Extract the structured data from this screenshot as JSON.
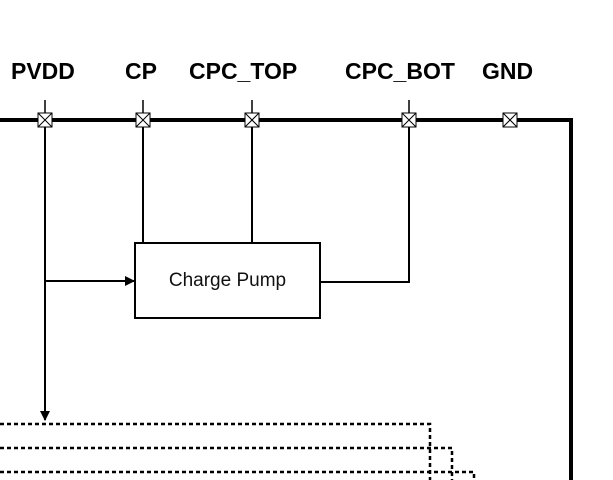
{
  "pins": {
    "pvdd": "PVDD",
    "cp": "CP",
    "cpc_top": "CPC_TOP",
    "cpc_bot": "CPC_BOT",
    "gnd": "GND"
  },
  "blocks": {
    "charge_pump": "Charge Pump"
  }
}
